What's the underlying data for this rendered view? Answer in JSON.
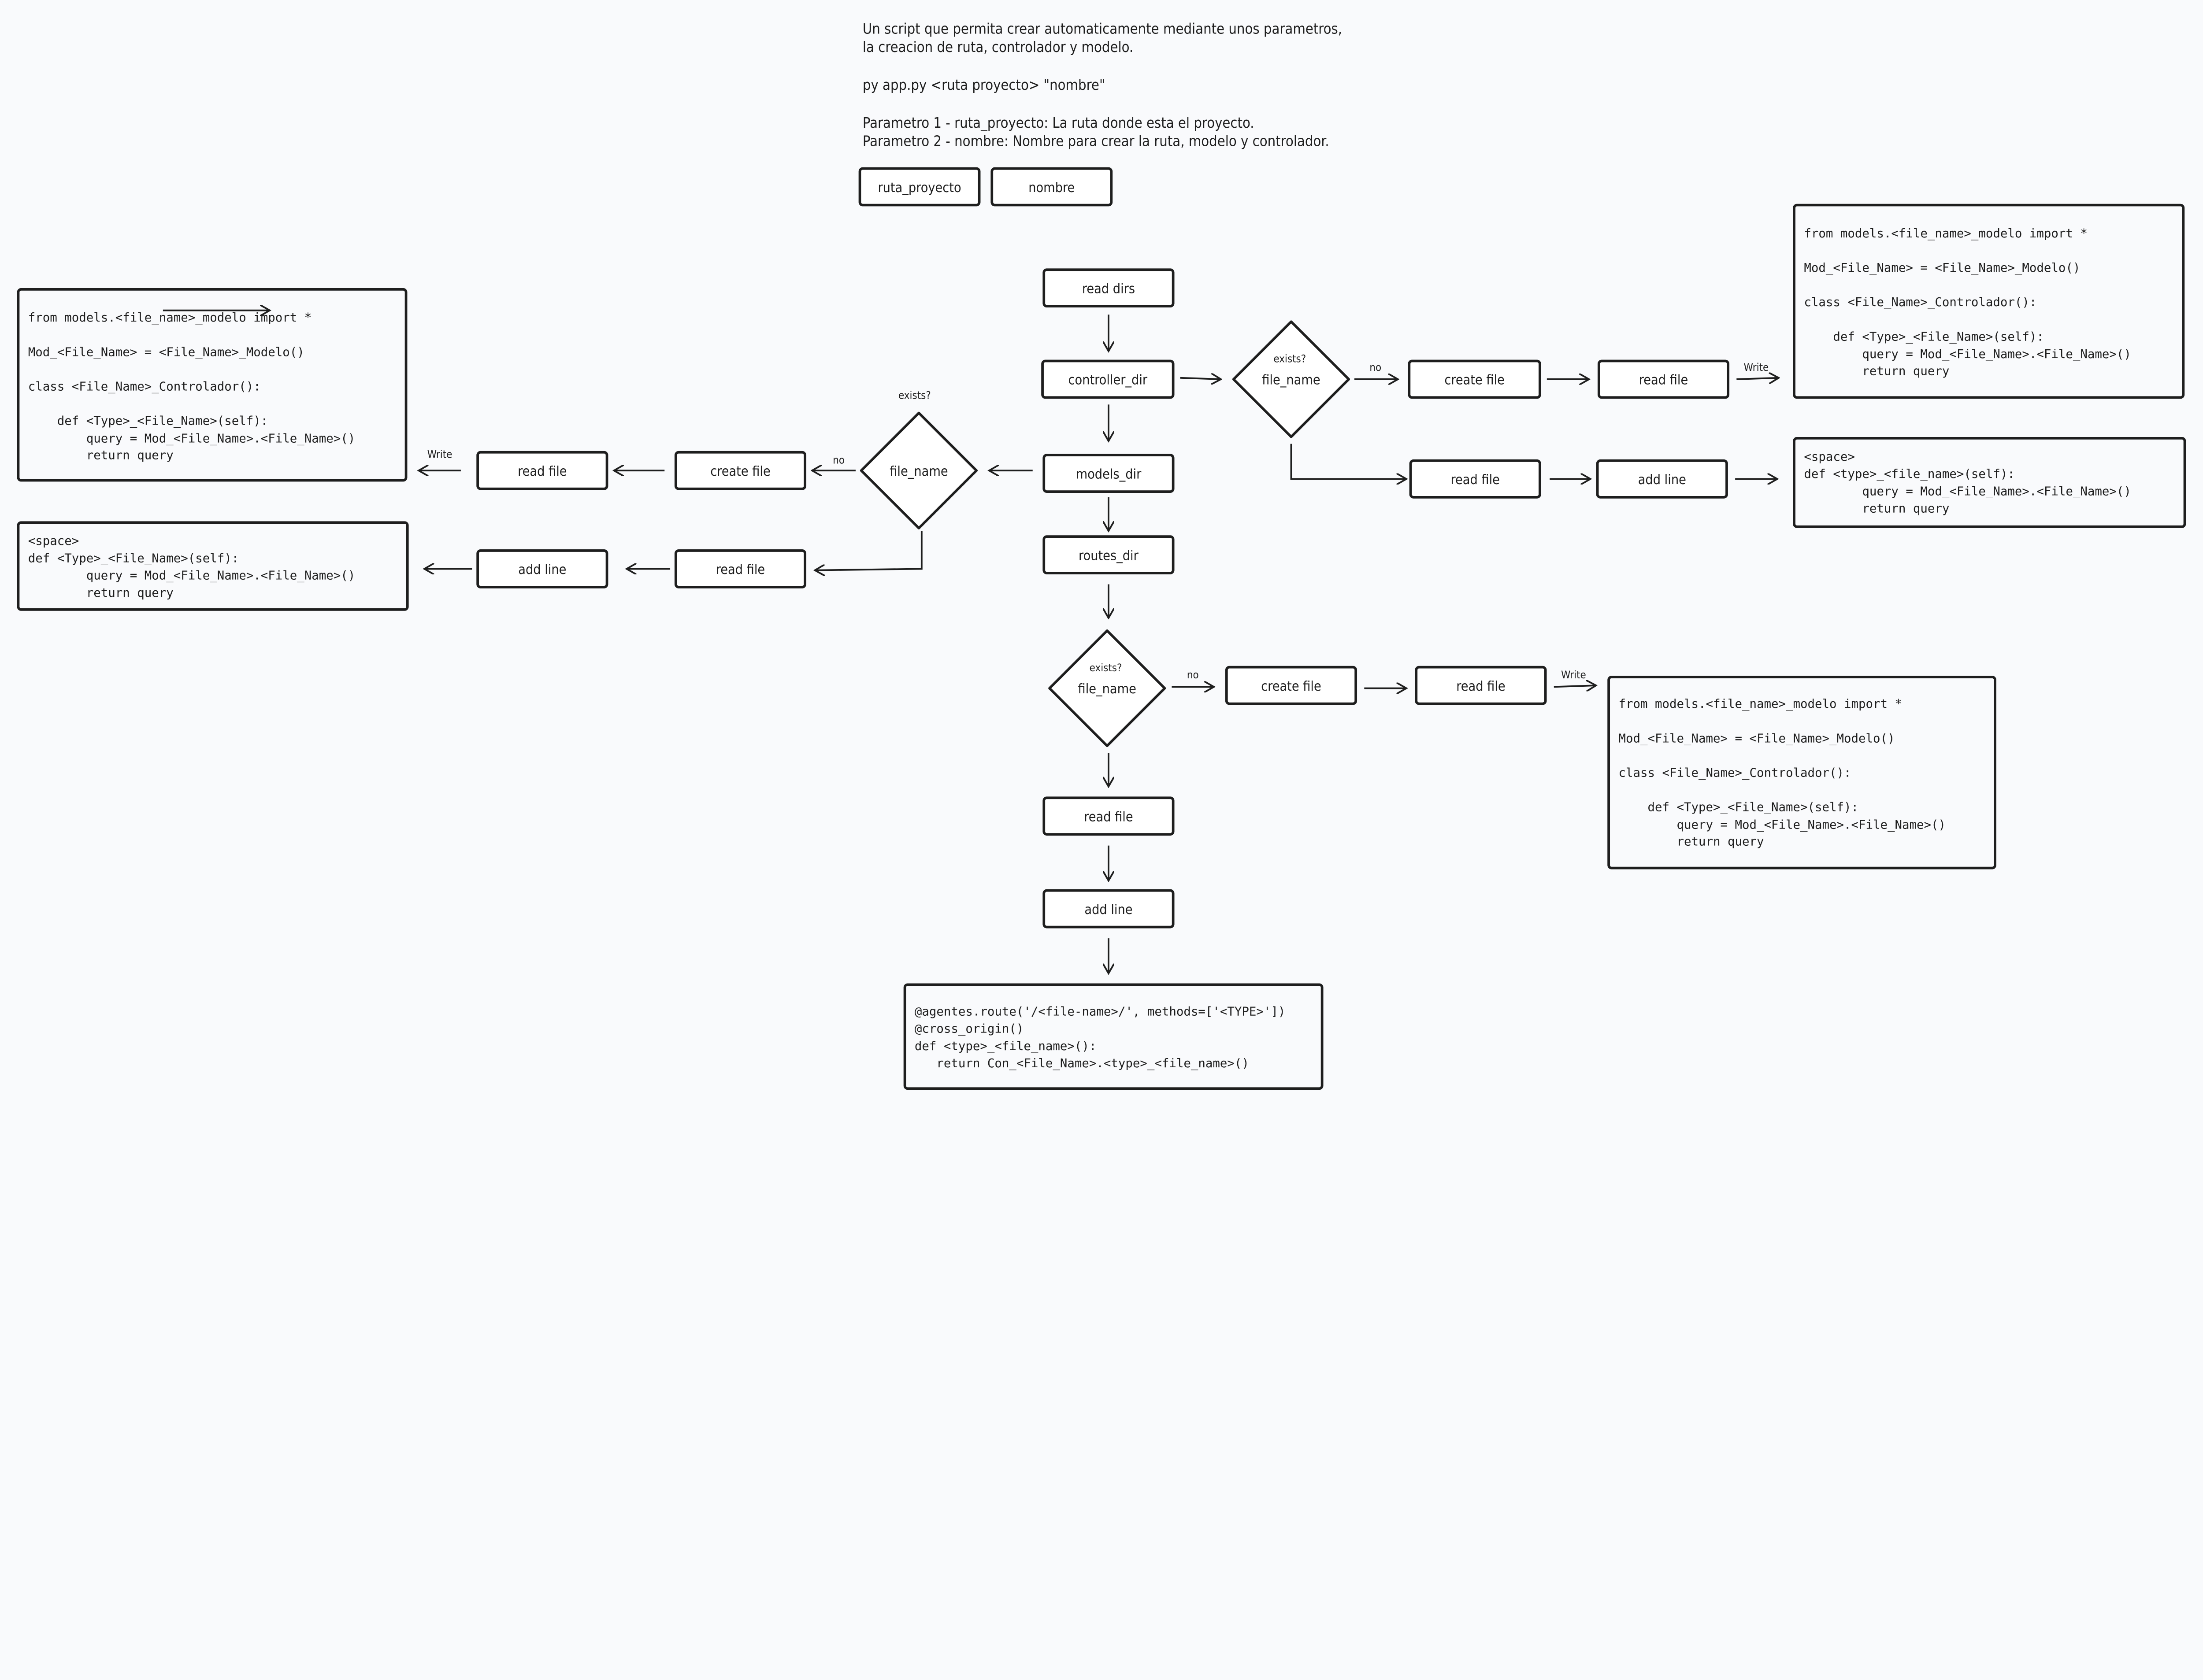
{
  "description_lines": [
    "Un script que permita crear automaticamente mediante unos parametros,",
    "la creacion de ruta, controlador y modelo.",
    "py app.py <ruta proyecto> \"nombre\"",
    "Parametro 1 - ruta_proyecto: La ruta donde esta el proyecto.",
    "Parametro 2 - nombre: Nombre para crear la ruta, modelo y controlador."
  ],
  "params": [
    "ruta_proyecto",
    "nombre"
  ],
  "nodes": {
    "read_dirs": "read dirs",
    "controller_dir": "controller_dir",
    "models_dir": "models_dir",
    "routes_dir": "routes_dir",
    "create_file": "create file",
    "read_file": "read file",
    "add_line": "add line"
  },
  "decision": {
    "question": "exists?",
    "subject": "file_name",
    "no_label": "no"
  },
  "write_label": "Write",
  "code": {
    "controller_full": [
      "from models.<file_name>_modelo import *",
      "",
      "Mod_<File_Name> = <File_Name>_Modelo()",
      "",
      "class <File_Name>_Controlador():",
      "",
      "    def <Type>_<File_Name>(self):",
      "        query = Mod_<File_Name>.<File_Name>()",
      "        return query"
    ],
    "controller_add": [
      "<space>",
      "def <type>_<file_name>(self):",
      "        query = Mod_<File_Name>.<File_Name>()",
      "        return query"
    ],
    "model_add": [
      "<space>",
      "def <Type>_<File_Name>(self):",
      "        query = Mod_<File_Name>.<File_Name>()",
      "        return query"
    ],
    "route": [
      "@agentes.route('/<file-name>/', methods=['<TYPE>'])",
      "@cross_origin()",
      "def <type>_<file_name>():",
      "   return Con_<File_Name>.<type>_<file_name>()"
    ]
  },
  "colors": {
    "stroke": "#1e1e1e",
    "background": "#f9fafc"
  }
}
